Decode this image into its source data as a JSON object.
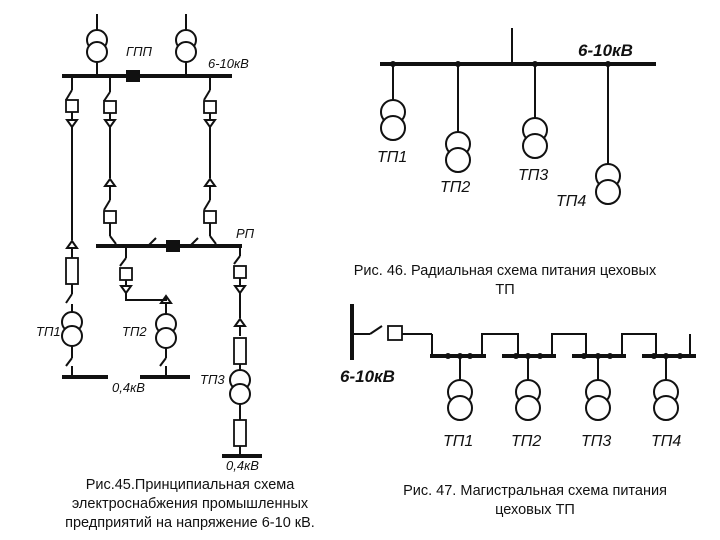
{
  "fig45": {
    "gpp_label": "ГПП",
    "voltage_label": "6-10кВ",
    "rp_label": "РП",
    "tp1_label": "ТП1",
    "tp2_label": "ТП2",
    "tp3_label": "ТП3",
    "lv1_label": "0,4кВ",
    "lv2_label": "0,4кВ",
    "caption_line1": "Рис.45.Принципиальная схема",
    "caption_line2": "электроснабжения промышленных",
    "caption_line3": "предприятий на напряжение 6-10 кВ."
  },
  "fig46": {
    "voltage_label": "6-10кВ",
    "tp1_label": "ТП1",
    "tp2_label": "ТП2",
    "tp3_label": "ТП3",
    "tp4_label": "ТП4",
    "caption_line1": "Рис. 46. Радиальная схема питания цеховых",
    "caption_line2": "ТП"
  },
  "fig47": {
    "voltage_label": "6-10кВ",
    "tp1_label": "ТП1",
    "tp2_label": "ТП2",
    "tp3_label": "ТП3",
    "tp4_label": "ТП4",
    "caption_line1": "Рис. 47. Магистральная схема питания",
    "caption_line2": "цеховых ТП"
  }
}
